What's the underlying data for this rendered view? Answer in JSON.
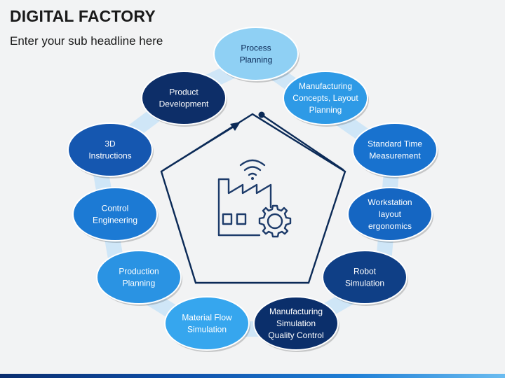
{
  "header": {
    "title": "DIGITAL FACTORY",
    "subtitle": "Enter your sub headline here"
  },
  "colors": {
    "background": "#f2f3f4",
    "hexagon_band": "#cfe6f7",
    "pentagon_stroke": "#0b2a57",
    "icon_stroke": "#1d3b6a",
    "text_on_nodes": "#ffffff"
  },
  "center_icon": "smart-factory-icon",
  "nodes": [
    {
      "lines": [
        "Process",
        "Planning"
      ],
      "fill": "#8fd0f4",
      "text": "#0b2a57"
    },
    {
      "lines": [
        "Manufacturing",
        "Concepts, Layout",
        "Planning"
      ],
      "fill": "#2e9ae6",
      "text": "#ffffff"
    },
    {
      "lines": [
        "Standard Time",
        "Measurement"
      ],
      "fill": "#1872cf",
      "text": "#ffffff"
    },
    {
      "lines": [
        "Workstation",
        "layout",
        "ergonomics"
      ],
      "fill": "#1566c2",
      "text": "#ffffff"
    },
    {
      "lines": [
        "Robot",
        "Simulation"
      ],
      "fill": "#0f3f86",
      "text": "#ffffff"
    },
    {
      "lines": [
        "Manufacturing",
        "Simulation",
        "Quality Control"
      ],
      "fill": "#0b2f6b",
      "text": "#ffffff"
    },
    {
      "lines": [
        "Material Flow",
        "Simulation"
      ],
      "fill": "#36a6ee",
      "text": "#ffffff"
    },
    {
      "lines": [
        "Production",
        "Planning"
      ],
      "fill": "#2a93e3",
      "text": "#ffffff"
    },
    {
      "lines": [
        "Control",
        "Engineering"
      ],
      "fill": "#1c7ad4",
      "text": "#ffffff"
    },
    {
      "lines": [
        "3D",
        "Instructions"
      ],
      "fill": "#1557b0",
      "text": "#ffffff"
    },
    {
      "lines": [
        "Product",
        "Development"
      ],
      "fill": "#0d2e68",
      "text": "#ffffff"
    }
  ]
}
